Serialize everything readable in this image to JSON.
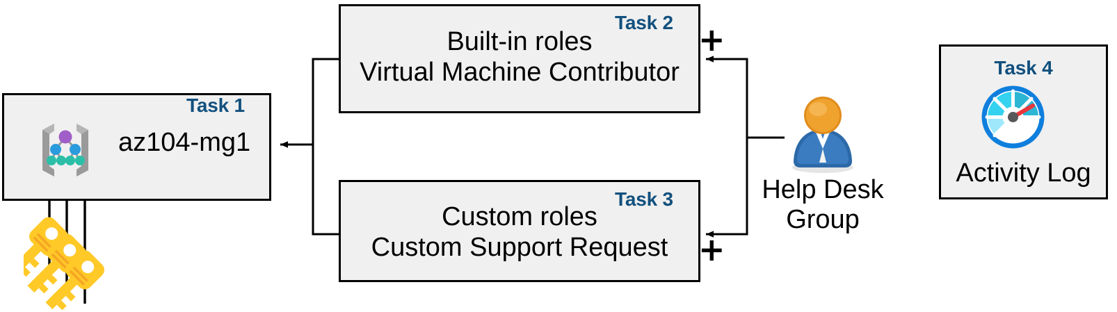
{
  "diagram": {
    "title": "Azure RBAC task assignment diagram",
    "colors": {
      "task_label": "#12507e",
      "box_fill": "#f0f0f0",
      "box_border": "#000000",
      "connector": "#000000",
      "key_gold": "#ffc928",
      "key_gold_dark": "#f5a623",
      "mg_purple": "#a05ec8",
      "mg_blue": "#2a9bdd",
      "mg_teal": "#2bbfa8",
      "mg_bracket": "#9a9a9a",
      "person_head": "#f0a22e",
      "person_body": "#2c69a8",
      "gauge_ring": "#0f7fdd",
      "gauge_needle": "#e8373c"
    }
  },
  "boxes": {
    "task1": {
      "badge": "Task 1",
      "title": "az104-mg1",
      "icon": "management-group-icon"
    },
    "task2": {
      "badge": "Task 2",
      "line1": "Built-in roles",
      "line2": "Virtual Machine Contributor",
      "operator": "+"
    },
    "task3": {
      "badge": "Task 3",
      "line1": "Custom roles",
      "line2": "Custom Support Request",
      "operator": "+"
    },
    "task4": {
      "badge": "Task 4",
      "title": "Activity Log",
      "icon": "gauge-icon"
    }
  },
  "actor": {
    "icon": "user-group-icon",
    "line1": "Help Desk",
    "line2": "Group"
  },
  "keys": {
    "icon": "keys-icon",
    "count": 3
  }
}
